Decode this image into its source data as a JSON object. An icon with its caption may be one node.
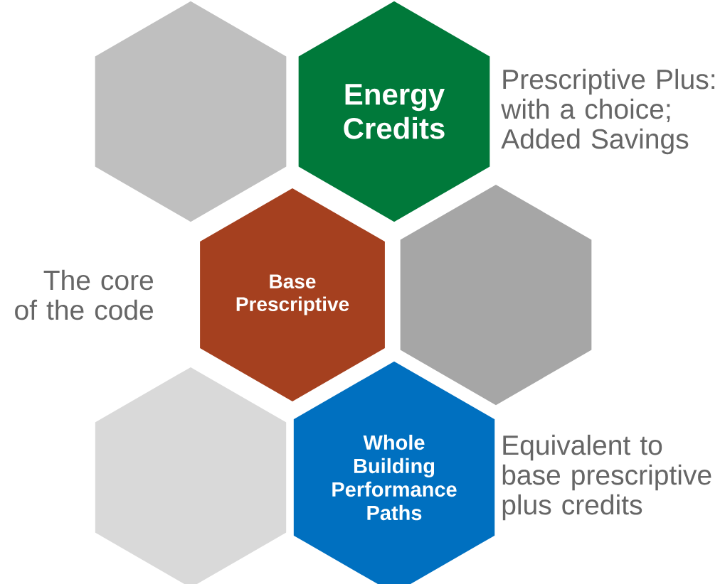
{
  "diagram": {
    "nodes": [
      {
        "text": [],
        "shape": "hexagon"
      },
      {
        "text": [
          "Energy Credits"
        ],
        "beside": [
          "Prescriptive Plus: with a choice; Added Savings"
        ]
      },
      {
        "text": [
          "Base Prescriptive"
        ],
        "beside": [
          "The core of the code"
        ]
      },
      {
        "text": [],
        "shape": "hexagon"
      },
      {
        "text": [],
        "shape": "hexagon"
      },
      {
        "text": [
          "Whole Building Performance Paths"
        ],
        "beside": [
          "Equivalent to base prescriptive plus credits"
        ]
      }
    ]
  }
}
